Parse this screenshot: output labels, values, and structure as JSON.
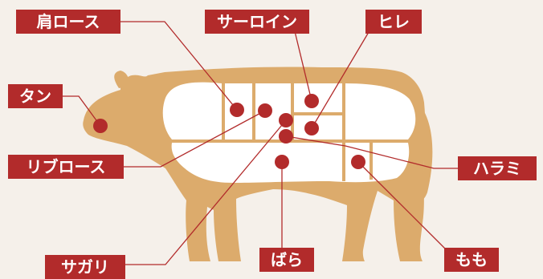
{
  "labels": {
    "kata_rosu": "肩ロース",
    "sirloin": "サーロイン",
    "hire": "ヒレ",
    "tan": "タン",
    "rib_rosu": "リブロース",
    "harami": "ハラミ",
    "sagari": "サガリ",
    "bara": "ばら",
    "momo": "もも"
  },
  "colors": {
    "background": "#f5f0ea",
    "cow_body": "#dcab6c",
    "cut_panel": "#ffffff",
    "accent_red": "#b22b2b",
    "leader_line": "#b22b2b"
  }
}
